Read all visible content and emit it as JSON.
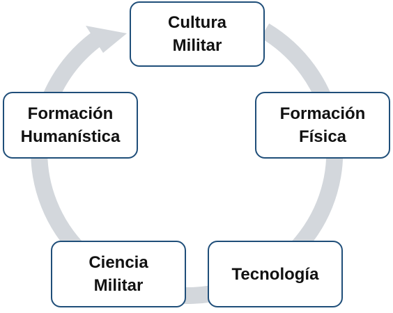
{
  "diagram": {
    "type": "cycle",
    "colors": {
      "ring": "#d3d7dc",
      "box_border": "#1f4e79",
      "box_fill": "#ffffff",
      "text": "#111111"
    },
    "nodes": [
      {
        "id": "top",
        "label": "Cultura\nMilitar"
      },
      {
        "id": "right",
        "label": "Formación\nFísica"
      },
      {
        "id": "bottom-right",
        "label": "Tecnología"
      },
      {
        "id": "bottom-left",
        "label": "Ciencia\nMilitar"
      },
      {
        "id": "left",
        "label": "Formación\nHumanística"
      }
    ],
    "flow": "clockwise"
  }
}
